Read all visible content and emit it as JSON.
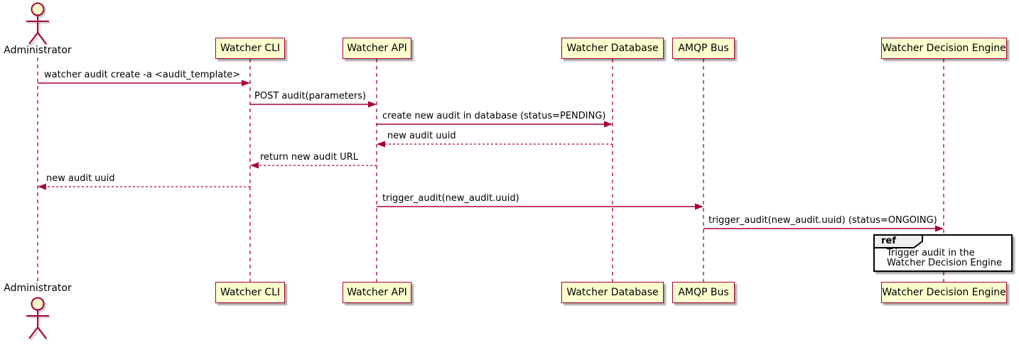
{
  "actor": {
    "label": "Administrator"
  },
  "participants": [
    {
      "label": "Watcher CLI"
    },
    {
      "label": "Watcher API"
    },
    {
      "label": "Watcher Database"
    },
    {
      "label": "AMQP Bus"
    },
    {
      "label": "Watcher Decision Engine"
    }
  ],
  "messages": [
    {
      "from": "Administrator",
      "to": "Watcher CLI",
      "text": "watcher audit create -a <audit_template>",
      "line": "solid"
    },
    {
      "from": "Watcher CLI",
      "to": "Watcher API",
      "text": "POST audit(parameters)",
      "line": "solid"
    },
    {
      "from": "Watcher API",
      "to": "Watcher Database",
      "text": "create new audit in database (status=PENDING)",
      "line": "solid"
    },
    {
      "from": "Watcher Database",
      "to": "Watcher API",
      "text": "new audit uuid",
      "line": "dashed"
    },
    {
      "from": "Watcher API",
      "to": "Watcher CLI",
      "text": "return new audit URL",
      "line": "dashed"
    },
    {
      "from": "Watcher CLI",
      "to": "Administrator",
      "text": "new audit uuid",
      "line": "dashed"
    },
    {
      "from": "Watcher API",
      "to": "AMQP Bus",
      "text": "trigger_audit(new_audit.uuid)",
      "line": "solid"
    },
    {
      "from": "AMQP Bus",
      "to": "Watcher Decision Engine",
      "text": "trigger_audit(new_audit.uuid) (status=ONGOING)",
      "line": "solid"
    }
  ],
  "ref_fragment": {
    "tag": "ref",
    "lines": [
      "Trigger audit in the",
      "Watcher Decision Engine"
    ]
  },
  "colors": {
    "participant_fill": "#FEFECE",
    "line_color": "#A80036",
    "text_color": "#000000",
    "ref_tag_fill": "#EEEEEE",
    "ref_border": "#000000",
    "background": "#FFFFFF"
  }
}
